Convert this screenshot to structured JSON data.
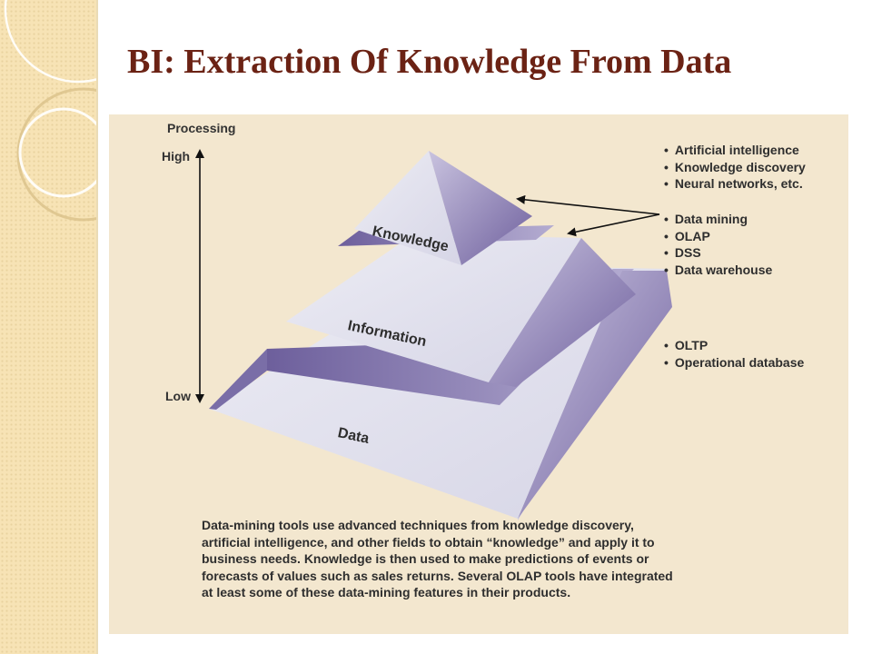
{
  "slide": {
    "title": "BI: Extraction Of Knowledge From Data"
  },
  "diagram": {
    "axis": {
      "title": "Processing",
      "high": "High",
      "low": "Low"
    },
    "layers": {
      "knowledge": "Knowledge",
      "information": "Information",
      "data": "Data"
    },
    "bullet_groups": [
      {
        "items": [
          "Artificial intelligence",
          "Knowledge discovery",
          "Neural networks, etc."
        ]
      },
      {
        "items": [
          "Data mining",
          "OLAP",
          "DSS",
          "Data warehouse"
        ]
      },
      {
        "items": [
          "OLTP",
          "Operational database"
        ]
      }
    ],
    "caption": "Data-mining tools use advanced techniques from knowledge discovery, artificial intelligence, and other fields to obtain “knowledge” and apply it to business needs. Knowledge is then used to make predictions of events or forecasts of values such as sales returns. Several OLAP tools have integrated at least some of these data-mining features in their products.",
    "colors": {
      "panel": "#f3e7cf",
      "face_light": "#e3e3ee",
      "face_shadow": "#8b7fb5",
      "band": "#7c6fa8",
      "title": "#6b2214"
    }
  }
}
